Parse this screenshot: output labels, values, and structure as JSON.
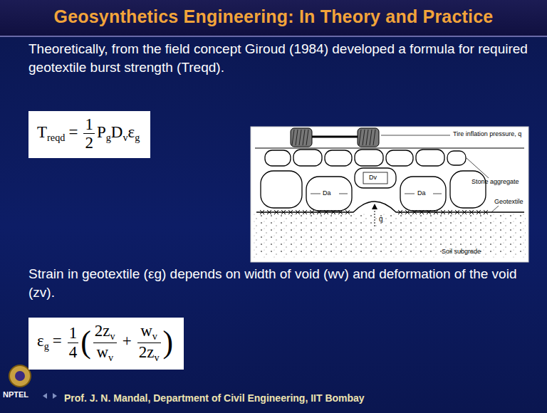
{
  "diagram": {
    "title": "Geosynthetics Engineering: In Theory and Practice",
    "nodes": [
      {
        "text": [
          "T",
          "reqd",
          "=",
          "1",
          "2",
          "P",
          "g",
          "D",
          "v",
          "ε",
          "g"
        ]
      },
      {
        "text": [
          "ε",
          "g",
          "=",
          "1",
          "4",
          "(",
          "2z",
          "v",
          "w",
          "v",
          "+",
          "w",
          "v",
          "2z",
          "v",
          ")"
        ]
      }
    ],
    "labels": [
      "Theoretically, from the field concept Giroud (1984) developed a formula for required geotextile burst strength (Treqd).",
      "Tire inflation pressure, q",
      "Stone aggregate",
      "Dv",
      "Da",
      "Da",
      "Geotextile",
      "q",
      "Soil subgrade",
      "Strain in geotextile (εg) depends on width of void (wv) and deformation of the void (zv).",
      "NPTEL",
      "Prof. J. N. Mandal, Department of Civil Engineering, IIT Bombay"
    ]
  }
}
